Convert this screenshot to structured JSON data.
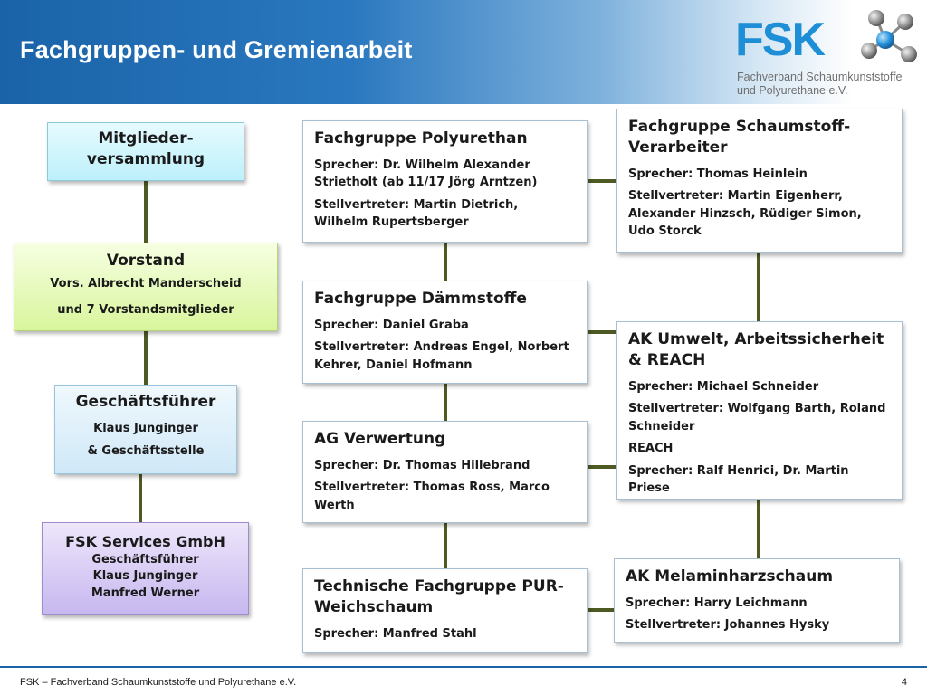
{
  "header": {
    "title": "Fachgruppen- und Gremienarbeit",
    "background_color": "#1a63a8"
  },
  "logo": {
    "word": "FSK",
    "line1": "Fachverband Schaumkunststoffe",
    "line2": "und Polyurethane e.V.",
    "brand_color": "#1e8fd6"
  },
  "left": {
    "mitglieder": {
      "title": "Mitglieder-",
      "title2": "versammlung"
    },
    "vorstand": {
      "title": "Vorstand",
      "line1": "Vors. Albrecht Manderscheid",
      "line2": "und 7 Vorstandsmitglieder"
    },
    "geschaeftsfuehrer": {
      "title": "Geschäftsführer",
      "line1": "Klaus Junginger",
      "line2": "& Geschäftsstelle"
    },
    "services": {
      "title": "FSK Services GmbH",
      "line1": "Geschäftsführer",
      "line2": "Klaus Junginger",
      "line3": "Manfred Werner"
    }
  },
  "middle": {
    "polyurethan": {
      "title": "Fachgruppe Polyurethan",
      "line1": "Sprecher: Dr. Wilhelm Alexander Strietholt (ab 11/17 Jörg Arntzen)",
      "line2": "Stellvertreter: Martin Dietrich, Wilhelm Rupertsberger"
    },
    "daemmstoffe": {
      "title": "Fachgruppe Dämmstoffe",
      "line1": "Sprecher: Daniel Graba",
      "line2": "Stellvertreter: Andreas Engel, Norbert Kehrer, Daniel Hofmann"
    },
    "verwertung": {
      "title": "AG Verwertung",
      "line1": "Sprecher: Dr. Thomas Hillebrand",
      "line2": "Stellvertreter: Thomas Ross, Marco Werth"
    },
    "weichschaum": {
      "title": "Technische Fachgruppe PUR-Weichschaum",
      "line1": "Sprecher: Manfred Stahl"
    }
  },
  "right": {
    "schaumstoff": {
      "title": "Fachgruppe Schaumstoff-Verarbeiter",
      "line1": "Sprecher: Thomas Heinlein",
      "line2": "Stellvertreter: Martin Eigenherr, Alexander Hinzsch, Rüdiger Simon, Udo Storck"
    },
    "umwelt": {
      "title": "AK Umwelt, Arbeitssicherheit & REACH",
      "line1": "Sprecher: Michael Schneider",
      "line2": "Stellvertreter: Wolfgang Barth, Roland Schneider",
      "line3": "REACH",
      "line4": "Sprecher: Ralf Henrici, Dr. Martin Priese"
    },
    "melamin": {
      "title": "AK Melaminharzschaum",
      "line1": "Sprecher: Harry Leichmann",
      "line2": "Stellvertreter: Johannes Hysky"
    }
  },
  "connector_color": "#4d5a24",
  "footer": {
    "text": "FSK – Fachverband Schaumkunststoffe und Polyurethane e.V.",
    "page": "4"
  }
}
